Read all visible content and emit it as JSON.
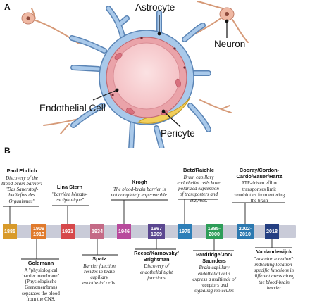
{
  "panel_a": {
    "letter": "A",
    "labels": {
      "astrocyte": "Astrocyte",
      "neuron": "Neuron",
      "endothelial_cell": "Endothelial Cell",
      "pericyte": "Pericyte"
    }
  },
  "panel_b": {
    "letter": "B",
    "timeline_color": "#c9cbd8",
    "milestones": [
      {
        "year": "1885",
        "color": "#d89a2a"
      },
      {
        "year": "1909\n1913",
        "color": "#e07a2c"
      },
      {
        "year": "1921",
        "color": "#d6484b"
      },
      {
        "year": "1934",
        "color": "#c46a86"
      },
      {
        "year": "1946",
        "color": "#b84a9c"
      },
      {
        "year": "1967\n1969",
        "color": "#5b4790"
      },
      {
        "year": "1975",
        "color": "#2e7fb8"
      },
      {
        "year": "1985-\n2000",
        "color": "#2d9d58"
      },
      {
        "year": "2002-\n2010",
        "color": "#2c79b0"
      },
      {
        "year": "2018",
        "color": "#243f82"
      }
    ],
    "entries": {
      "ehrlich": {
        "name": "Paul Ehrlich",
        "desc": "Discovery of the blood-brain barrier: \"Das Sauerstoff-bedürfnis des Organismus\""
      },
      "goldmann": {
        "name": "Goldmann",
        "desc": "A \"physiological barrier membrane\" (Physiologische Grenzmembran) separates the blood from the CNS."
      },
      "stern": {
        "name": "Lina Stern",
        "desc": "\"barrière hémato-encéphalique\""
      },
      "spatz": {
        "name": "Spatz",
        "desc": "Barrier function resides in brain capillary endothelial cells."
      },
      "krogh": {
        "name": "Krogh",
        "desc": "The blood-brain barrier is not completely impermeable."
      },
      "reese": {
        "name": "Reese/Karnovsky/ Brightman",
        "desc": "Discovery of endothelial tight junctions"
      },
      "betz": {
        "name": "Betz/Raichle",
        "desc": "Brain capillary endothelial cells have polarized expression of transporters and enzymes."
      },
      "pardridge": {
        "name": "Pardridge/Joo/ Saunders",
        "desc": "Brain capillary endothelial cells express a multitude of receptors and signaling molecules"
      },
      "cooray": {
        "name": "Cooray/Cordon-Cardo/Bauer/Hartz",
        "desc": "ATP-driven efflux transporters limit xenobiotics from entering the brain"
      },
      "vanlandewijck": {
        "name": "Vanlandewijck",
        "desc": "\"vascular zonation\": indicating location-specific functions in different areas along the blood-brain barrier"
      }
    }
  }
}
